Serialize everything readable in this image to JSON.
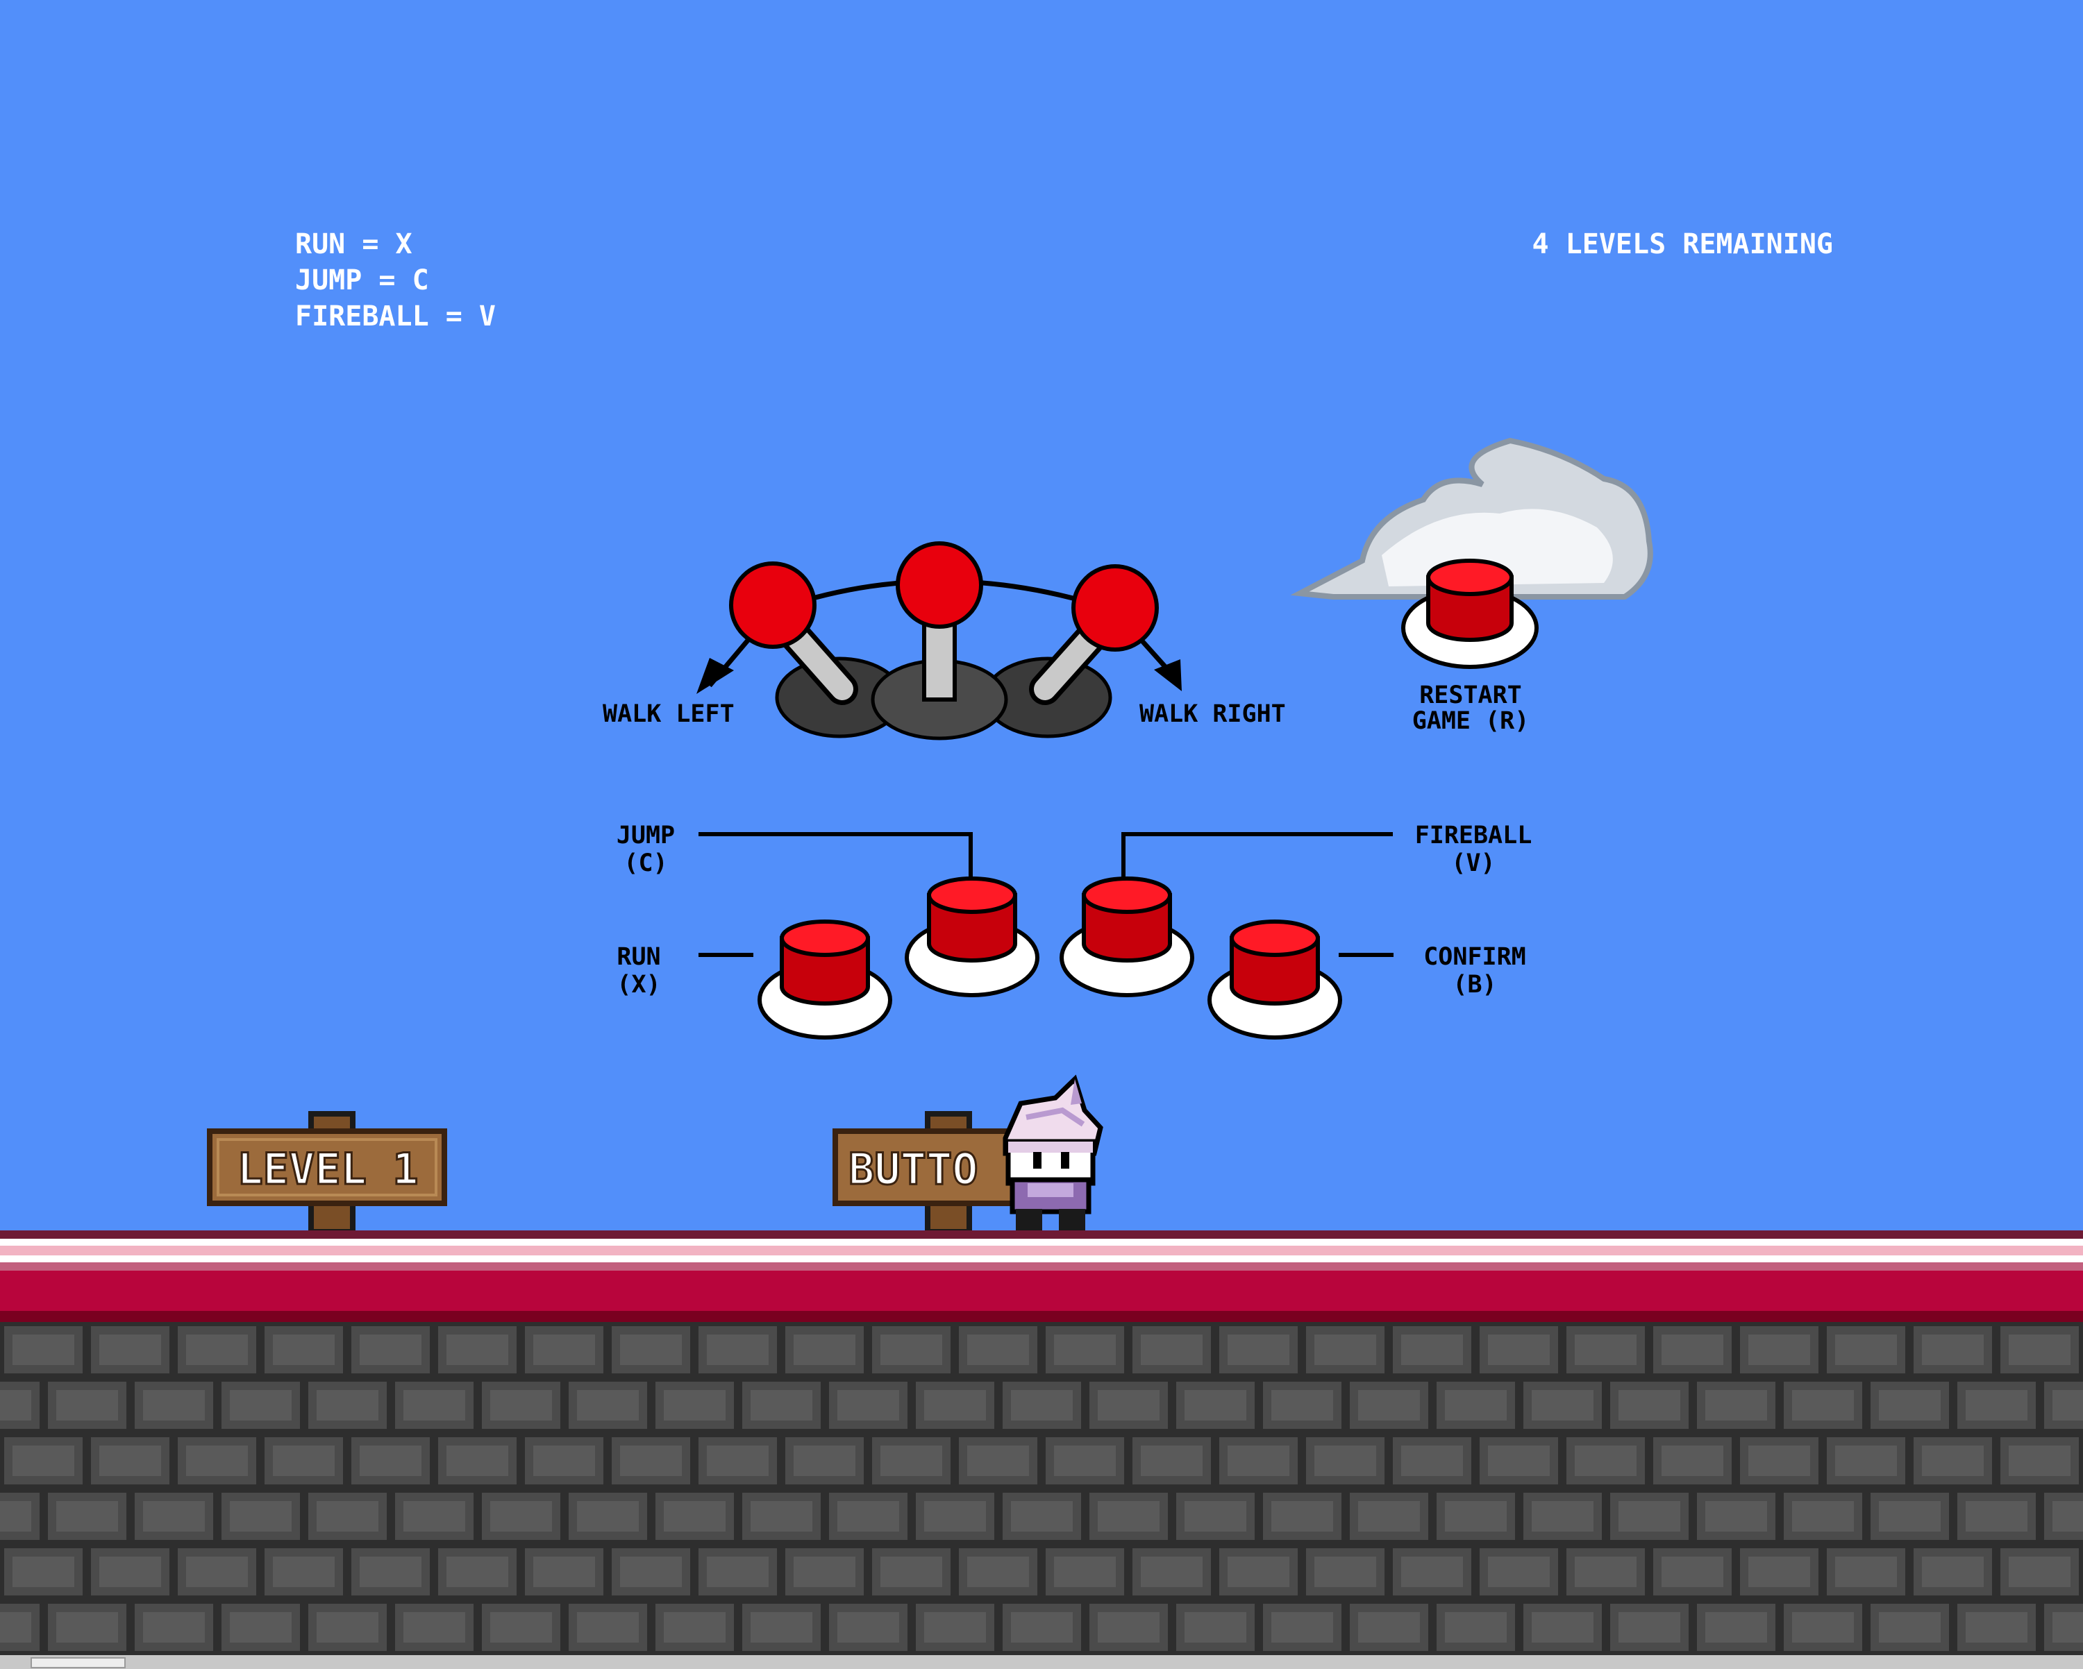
{
  "hud": {
    "controls": [
      "RUN = X",
      "JUMP = C",
      "FIREBALL = V"
    ],
    "levels_remaining": "4 LEVELS REMAINING"
  },
  "joystick": {
    "walk_left": "WALK LEFT",
    "walk_right": "WALK RIGHT"
  },
  "restart": {
    "line1": "RESTART",
    "line2": "GAME (R)"
  },
  "buttons": {
    "jump": {
      "label": "JUMP",
      "key": "(C)"
    },
    "fireball": {
      "label": "FIREBALL",
      "key": "(V)"
    },
    "run": {
      "label": "RUN",
      "key": "(X)"
    },
    "confirm": {
      "label": "CONFIRM",
      "key": "(B)"
    }
  },
  "signs": {
    "level": "LEVEL 1",
    "button": "BUTTO"
  },
  "colors": {
    "sky": "#528ffa",
    "button_red": "#e8000d",
    "sign_brown": "#9c6b3c",
    "floor_crimson": "#b8053c",
    "brick_dark": "#4a4a4a"
  }
}
